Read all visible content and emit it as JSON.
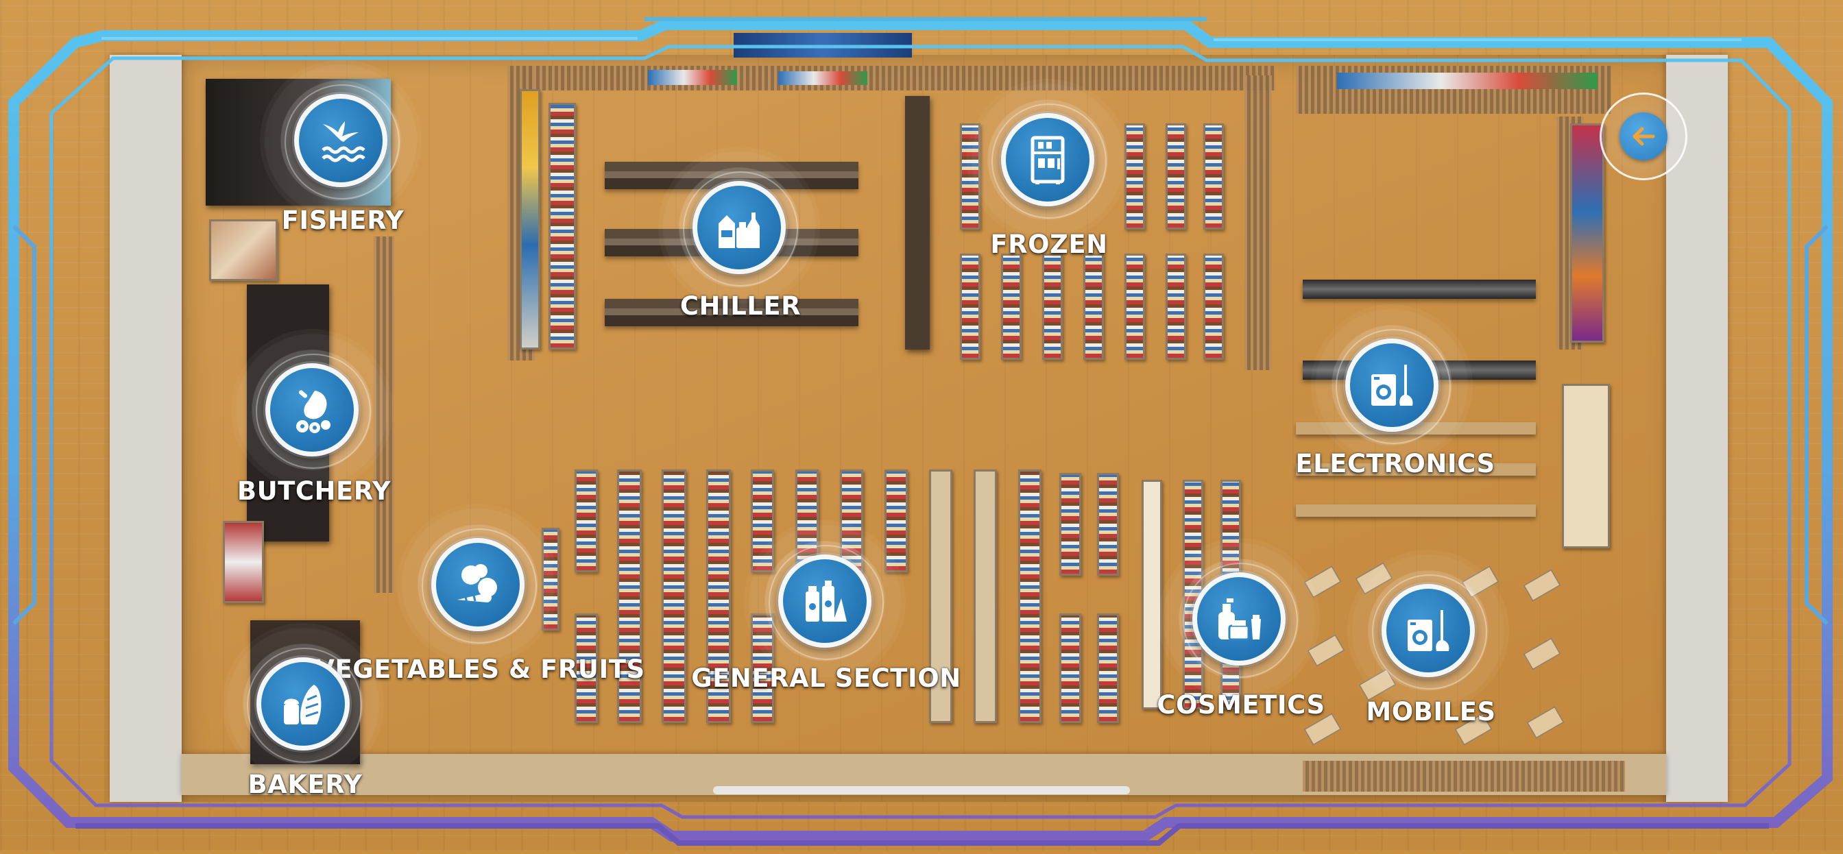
{
  "sections": [
    {
      "id": "fishery",
      "label": "FISHERY",
      "icon": "fish-tail-icon"
    },
    {
      "id": "chiller",
      "label": "CHILLER",
      "icon": "dairy-bottles-icon"
    },
    {
      "id": "frozen",
      "label": "FROZEN",
      "icon": "freezer-icon"
    },
    {
      "id": "butchery",
      "label": "BUTCHERY",
      "icon": "meat-icon"
    },
    {
      "id": "electronics",
      "label": "ELECTRONICS",
      "icon": "appliances-icon"
    },
    {
      "id": "vegetables-fruits",
      "label": "VEGETABLES & FRUITS",
      "icon": "vegetables-icon"
    },
    {
      "id": "general-section",
      "label": "GENERAL SECTION",
      "icon": "grocery-icon"
    },
    {
      "id": "cosmetics",
      "label": "COSMETICS",
      "icon": "cosmetics-bottles-icon"
    },
    {
      "id": "mobiles",
      "label": "MOBILES",
      "icon": "appliances-icon"
    },
    {
      "id": "bakery",
      "label": "BAKERY",
      "icon": "bread-icon"
    }
  ],
  "back_button": {
    "icon": "arrow-left-icon"
  },
  "colors": {
    "marker_blue": "#2e86c8",
    "frame_cyan": "#4fb6e6",
    "frame_purple": "#7a6bc4"
  }
}
